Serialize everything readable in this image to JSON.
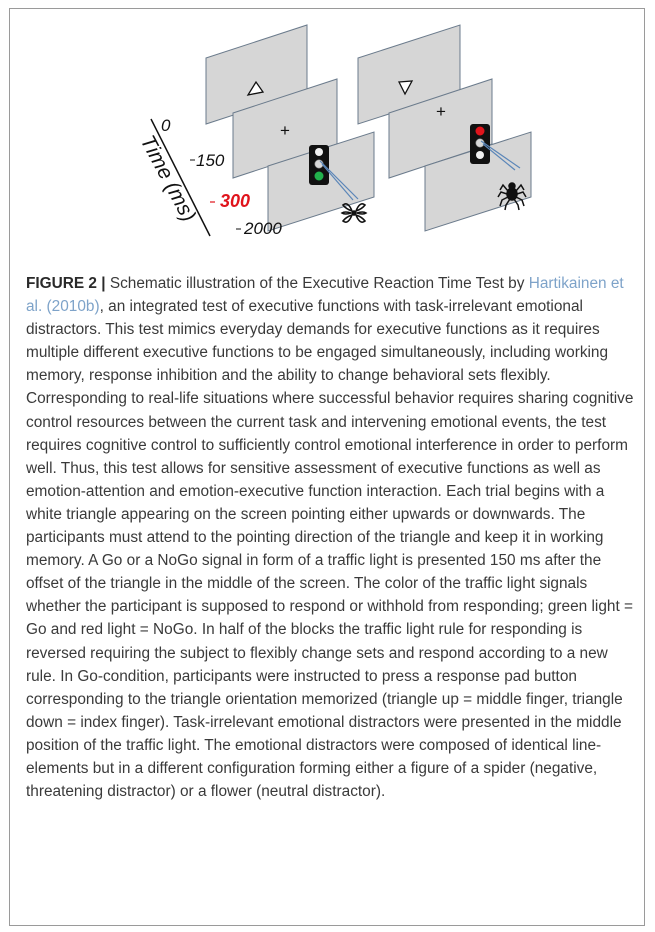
{
  "figure": {
    "axis_label": "Time (ms)",
    "ticks": [
      "0",
      "150",
      "300",
      "2000"
    ],
    "fixation_symbol": "+",
    "colors": {
      "panel_fill": "#d6d6d6",
      "panel_stroke": "#6b7b8c",
      "highlight_tick": "#e0141c",
      "go_light": "#22b14c",
      "nogo_light": "#e0141c",
      "connector": "#5b86b8"
    },
    "conditions": [
      {
        "triangle": "up",
        "signal": "go",
        "distractor": "flower-icon"
      },
      {
        "triangle": "down",
        "signal": "nogo",
        "distractor": "spider-icon"
      }
    ]
  },
  "caption": {
    "label": "FIGURE 2 |",
    "text_before_cite": " Schematic illustration of the Executive Reaction Time Test by ",
    "citation": "Hartikainen et al. (2010b)",
    "text_after_cite": ", an integrated test of executive functions with task-irrelevant emotional distractors. This test mimics everyday demands for executive functions as it requires multiple different executive functions to be engaged simultaneously, including working memory, response inhibition and the ability to change behavioral sets flexibly. Corresponding to real-life situations where successful behavior requires sharing cognitive control resources between the current task and intervening emotional events, the test requires cognitive control to sufficiently control emotional interference in order to perform well. Thus, this test allows for sensitive assessment of executive functions as well as emotion-attention and emotion-executive function interaction. Each trial begins with a white triangle appearing on the screen pointing either upwards or downwards. The participants must attend to the pointing direction of the triangle and keep it in working memory. A Go or a NoGo signal in form of a traffic light is presented 150 ms after the offset of the triangle in the middle of the screen. The color of the traffic light signals whether the participant is supposed to respond or withhold from responding; green light = Go and red light = NoGo. In half of the blocks the traffic light rule for responding is reversed requiring the subject to flexibly change sets and respond according to a new rule. In Go-condition, participants were instructed to press a response pad button corresponding to the triangle orientation memorized (triangle up = middle finger, triangle down = index finger). Task-irrelevant emotional distractors were presented in the middle position of the traffic light. The emotional distractors were composed of identical line-elements but in a different configuration forming either a figure of a spider (negative, threatening distractor) or a flower (neutral distractor)."
  }
}
